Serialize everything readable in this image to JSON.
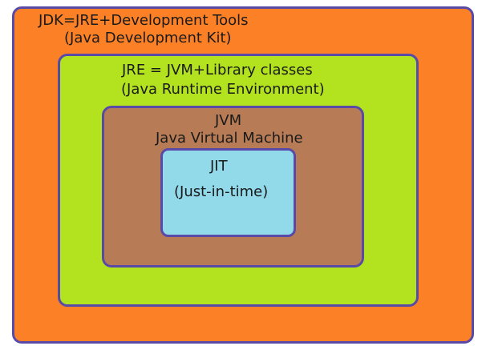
{
  "jdk": {
    "line1": "JDK=JRE+Development Tools",
    "line2": "(Java Development Kit)",
    "color": "#fb8026"
  },
  "jre": {
    "line1": "JRE = JVM+Library classes",
    "line2": "(Java Runtime Environment)",
    "color": "#b3e31e"
  },
  "jvm": {
    "line1": "JVM",
    "line2": "Java Virtual Machine",
    "color": "#b77c56"
  },
  "jit": {
    "line1": "JIT",
    "line2": "(Just-in-time)",
    "color": "#92d9ea"
  }
}
